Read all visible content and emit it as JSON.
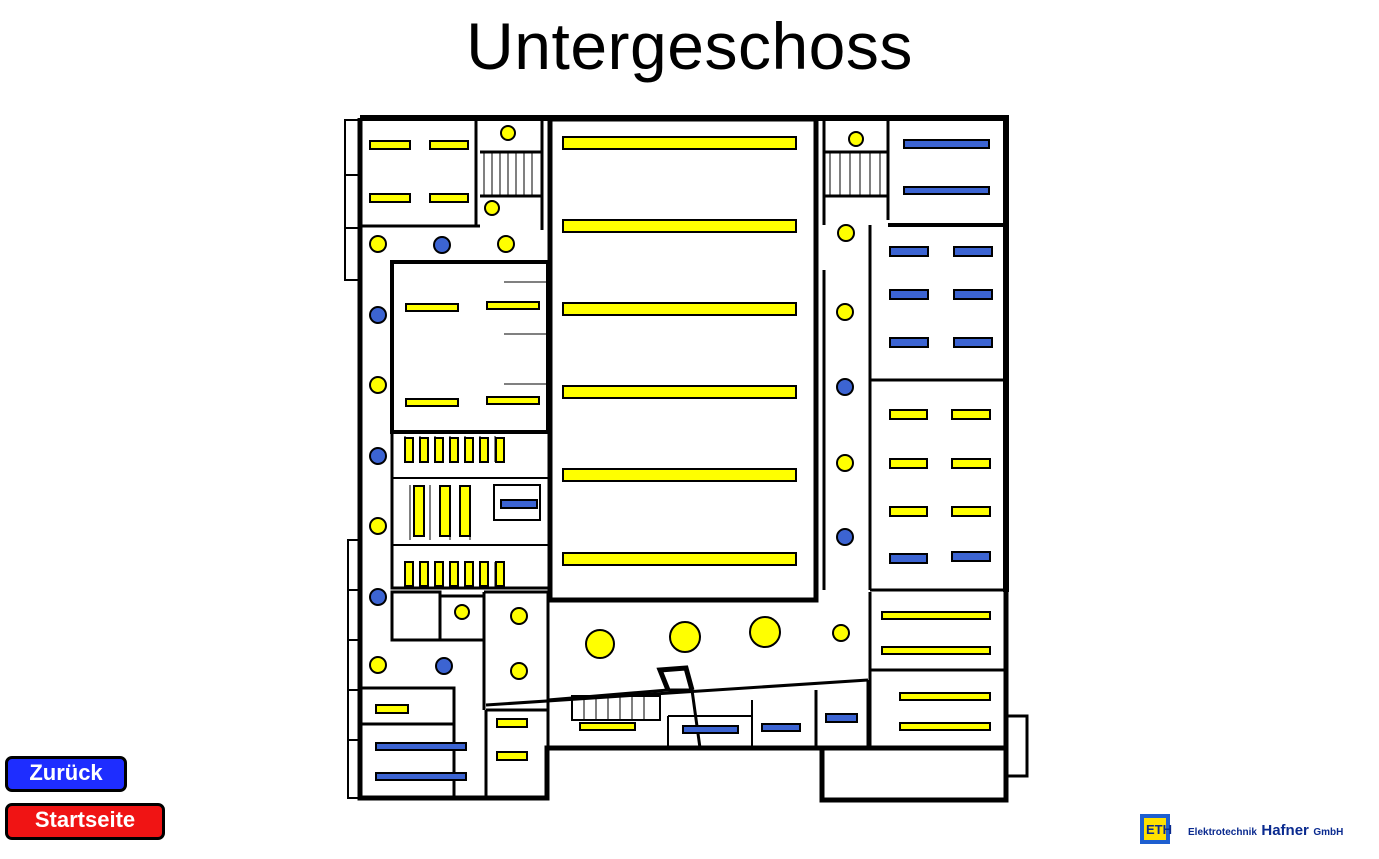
{
  "page": {
    "title": "Untergeschoss"
  },
  "nav": {
    "back_label": "Zurück",
    "home_label": "Startseite"
  },
  "logo": {
    "mark": "ETH",
    "prefix": "Elektrotechnik",
    "name": "Hafner",
    "suffix": "GmbH"
  },
  "colors": {
    "yellow": "#ffff00",
    "blue": "#3c64d2",
    "outline": "#000000",
    "back_button": "#1e2dff",
    "home_button": "#f01414",
    "logo_blue": "#0a2a8f"
  }
}
